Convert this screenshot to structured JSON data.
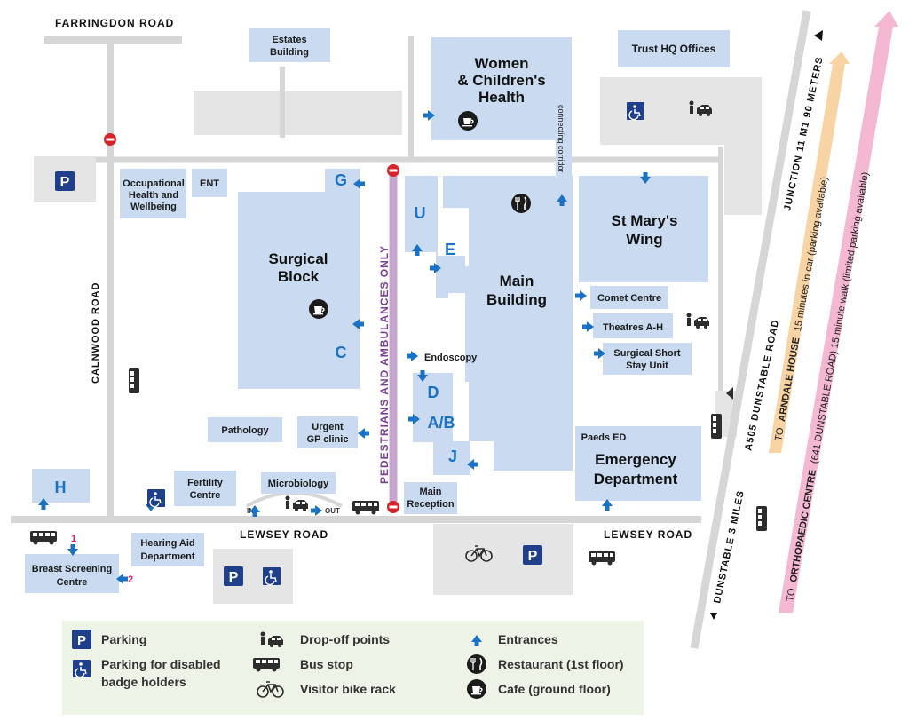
{
  "roads": {
    "farringdon": "FARRINGDON ROAD",
    "calnwood": "CALNWOOD ROAD",
    "lewsey_left": "LEWSEY ROAD",
    "lewsey_right": "LEWSEY ROAD",
    "dunstable": "A505 DUNSTABLE ROAD",
    "junction": "JUNCTION 11 M1 90 METERS",
    "dunstable_miles": "DUNSTABLE 3 MILES",
    "pedestrian": "PEDESTRIANS  AND  AMBULANCES  ONLY"
  },
  "buildings": {
    "estates_line1": "Estates",
    "estates_line2": "Building",
    "women_line1": "Women",
    "women_line2": "& Children's",
    "women_line3": "Health",
    "trust": "Trust HQ Offices",
    "occ_line1": "Occupational",
    "occ_line2": "Health and",
    "occ_line3": "Wellbeing",
    "ent": "ENT",
    "surgical_line1": "Surgical",
    "surgical_line2": "Block",
    "main_line1": "Main",
    "main_line2": "Building",
    "stmarys_line1": "St Mary's",
    "stmarys_line2": "Wing",
    "comet": "Comet Centre",
    "theatres": "Theatres A-H",
    "sssu_line1": "Surgical Short",
    "sssu_line2": "Stay Unit",
    "endoscopy": "Endoscopy",
    "pathology": "Pathology",
    "urgent_line1": "Urgent",
    "urgent_line2": "GP clinic",
    "paeds": "Paeds ED",
    "emergency_line1": "Emergency",
    "emergency_line2": "Department",
    "fertility_line1": "Fertility",
    "fertility_line2": "Centre",
    "microbiology": "Microbiology",
    "main_reception_line1": "Main",
    "main_reception_line2": "Reception",
    "hearing_line1": "Hearing Aid",
    "hearing_line2": "Department",
    "breast_line1": "Breast Screening",
    "breast_line2": "Centre",
    "connecting": "connecting corridor",
    "in": "IN",
    "out": "OUT",
    "one": "1",
    "two": "2"
  },
  "zones": {
    "g": "G",
    "u": "U",
    "e": "E",
    "c": "C",
    "d": "D",
    "ab": "A/B",
    "j": "J",
    "h": "H"
  },
  "arrows": {
    "ardale_to": "TO",
    "ardale_name": "ARNDALE HOUSE",
    "ardale_rest": "15 minutes in car (parking available)",
    "ortho_to": "TO",
    "ortho_name": "ORTHOPAEDIC CENTRE",
    "ortho_rest": "(641 DUNSTABLE ROAD) 15 minute walk (limited parking available)"
  },
  "legend": {
    "parking": "Parking",
    "disabled_line1": "Parking for disabled",
    "disabled_line2": "badge holders",
    "dropoff": "Drop-off points",
    "bus": "Bus stop",
    "bike": "Visitor bike rack",
    "entrances": "Entrances",
    "restaurant": "Restaurant (1st floor)",
    "cafe": "Cafe (ground floor)"
  },
  "icons": {
    "parking_letter": "P",
    "disabled_glyph": "♿"
  },
  "colors": {
    "building": "#c9daf1",
    "entrance_arrow": "#1a72c4",
    "zone_letter": "#1a72c4",
    "pedestrian_road": "#c7a6cf",
    "no_entry": "#d6232a",
    "arndale_arrow": "#f8d3a4",
    "orthopaedic_arrow": "#f4b8d2",
    "legend_bg": "#eef3e7",
    "parking_badge": "#1f3f8a"
  }
}
